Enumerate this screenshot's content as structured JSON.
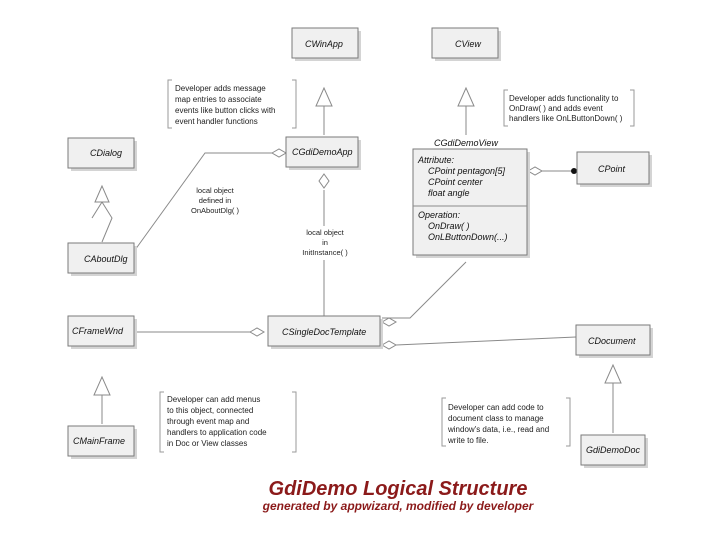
{
  "title": "GdiDemo Logical Structure",
  "subtitle": "generated by appwizard, modified by developer",
  "classes": {
    "cwinapp": "CWinApp",
    "cview": "CView",
    "cdialog": "CDialog",
    "cgdidemoapp": "CGdiDemoApp",
    "cgdidemoview": "CGdiDemoView",
    "cpoint": "CPoint",
    "caboutdlg": "CAboutDlg",
    "cframewnd": "CFrameWnd",
    "csingledoctemplate": "CSingleDocTemplate",
    "cdocument": "CDocument",
    "cmainframe": "CMainFrame",
    "gdidemodoc": "GdiDemoDoc"
  },
  "view_compartments": {
    "attribute_header": "Attribute:",
    "attributes": [
      "CPoint pentagon[5]",
      "CPoint center",
      "float angle"
    ],
    "operation_header": "Operation:",
    "operations": [
      "OnDraw( )",
      "OnLButtonDown(...)"
    ]
  },
  "notes": {
    "message_map": [
      "Developer adds message",
      "map entries to associate",
      "events like button clicks with",
      "event handler functions"
    ],
    "view_func": [
      "Developer adds functionality to",
      "OnDraw( ) and adds event",
      "handlers like OnLButtonDown( )"
    ],
    "menus": [
      "Developer can add menus",
      "to this object, connected",
      "through event map and",
      "handlers to application code",
      "in Doc or View classes"
    ],
    "doc_code": [
      "Developer can add code to",
      "document class to manage",
      "window's data, i.e., read and",
      "write to file."
    ]
  },
  "labels": {
    "about_local": [
      "local object",
      "defined in",
      "OnAboutDlg( )"
    ],
    "init_local": [
      "local object",
      "in",
      "InitInstance( )"
    ]
  }
}
